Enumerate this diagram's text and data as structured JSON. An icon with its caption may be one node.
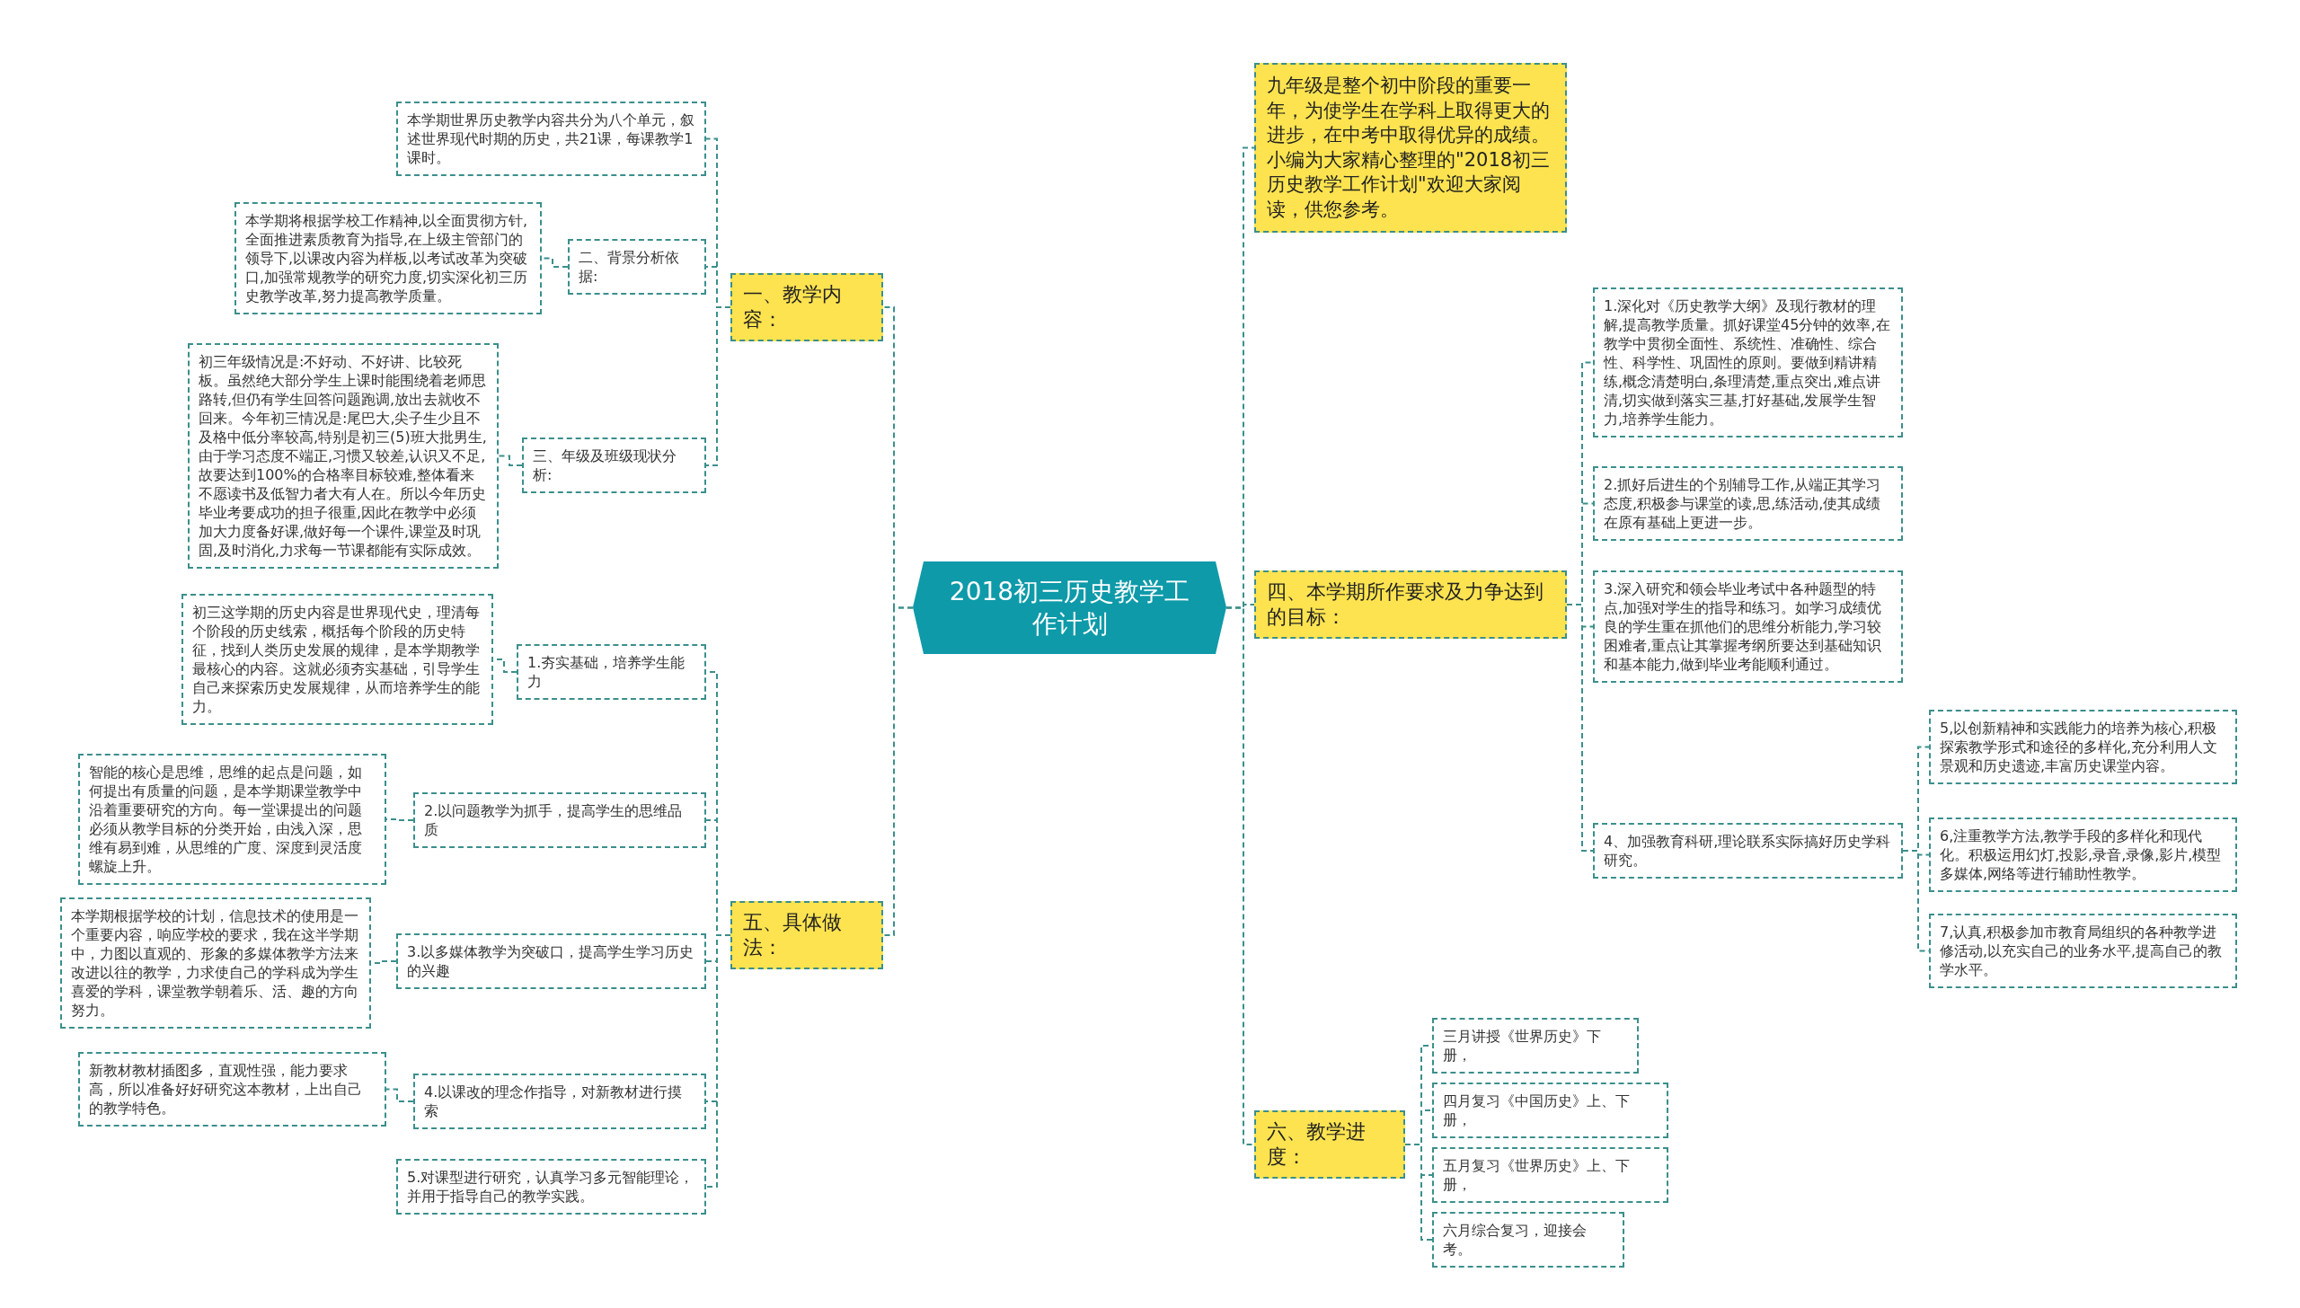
{
  "diagram": {
    "nodes": [
      {
        "text": [
          "2018初三历史教学工作计划"
        ]
      },
      {
        "text": [
          "一、教学内容："
        ]
      },
      {
        "text": [
          "本学期世界历史教学内容共分为八个单元，叙述世界现代时期的历史，共21课，每课教学1课时。"
        ]
      },
      {
        "text": [
          "二、背景分析依据:"
        ]
      },
      {
        "text": [
          "本学期将根据学校工作精神,以全面贯彻方针,全面推进素质教育为指导,在上级主管部门的领导下,以课改内容为样板,以考试改革为突破口,加强常规教学的研究力度,切实深化初三历史教学改革,努力提高教学质量。"
        ]
      },
      {
        "text": [
          "三、年级及班级现状分析:"
        ]
      },
      {
        "text": [
          "初三年级情况是:不好动、不好讲、比较死板。虽然绝大部分学生上课时能围绕着老师思路转,但仍有学生回答问题跑调,放出去就收不回来。今年初三情况是:尾巴大,尖子生少且不及格中低分率较高,特别是初三(5)班大批男生,由于学习态度不端正,习惯又较差,认识又不足,故要达到100%的合格率目标较难,整体看来不愿读书及低智力者大有人在。所以今年历史毕业考要成功的担子很重,因此在教学中必须加大力度备好课,做好每一个课件,课堂及时巩固,及时消化,力求每一节课都能有实际成效。"
        ]
      },
      {
        "text": [
          "五、具体做法："
        ]
      },
      {
        "text": [
          "1.夯实基础，培养学生能力"
        ]
      },
      {
        "text": [
          "初三这学期的历史内容是世界现代史，理清每个阶段的历史线索，概括每个阶段的历史特征，找到人类历史发展的规律，是本学期教学最核心的内容。这就必须夯实基础，引导学生自己来探索历史发展规律，从而培养学生的能力。"
        ]
      },
      {
        "text": [
          "2.以问题教学为抓手，提高学生的思维品质"
        ]
      },
      {
        "text": [
          "智能的核心是思维，思维的起点是问题，如何提出有质量的问题，是本学期课堂教学中沿着重要研究的方向。每一堂课提出的问题必须从教学目标的分类开始，由浅入深，思维有易到难，从思维的广度、深度到灵活度螺旋上升。"
        ]
      },
      {
        "text": [
          "3.以多媒体教学为突破口，提高学生学习历史的兴趣"
        ]
      },
      {
        "text": [
          "本学期根据学校的计划，信息技术的使用是一个重要内容，响应学校的要求，我在这半学期中，力图以直观的、形象的多媒体教学方法来改进以往的教学，力求使自己的学科成为学生喜爱的学科，课堂教学朝着乐、活、趣的方向努力。"
        ]
      },
      {
        "text": [
          "4.以课改的理念作指导，对新教材进行摸索"
        ]
      },
      {
        "text": [
          "新教材教材插图多，直观性强，能力要求高，所以准备好好研究这本教材，上出自己的教学特色。"
        ]
      },
      {
        "text": [
          "5.对课型进行研究，认真学习多元智能理论，并用于指导自己的教学实践。"
        ]
      },
      {
        "text": [
          "九年级是整个初中阶段的重要一年，为使学生在学科上取得更大的进步，在中考中取得优异的成绩。小编为大家精心整理的\"2018初三历史教学工作计划\"欢迎大家阅读，供您参考。"
        ]
      },
      {
        "text": [
          "四、本学期所作要求及力争达到的目标："
        ]
      },
      {
        "text": [
          "1.深化对《历史教学大纲》及现行教材的理解,提高教学质量。抓好课堂45分钟的效率,在教学中贯彻全面性、系统性、准确性、综合性、科学性、巩固性的原则。要做到精讲精练,概念清楚明白,条理清楚,重点突出,难点讲清,切实做到落实三基,打好基础,发展学生智力,培养学生能力。"
        ]
      },
      {
        "text": [
          "2.抓好后进生的个别辅导工作,从端正其学习态度,积极参与课堂的读,思,练活动,使其成绩在原有基础上更进一步。"
        ]
      },
      {
        "text": [
          "3.深入研究和领会毕业考试中各种题型的特点,加强对学生的指导和练习。如学习成绩优良的学生重在抓他们的思维分析能力,学习较困难者,重点让其掌握考纲所要达到基础知识和基本能力,做到毕业考能顺利通过。"
        ]
      },
      {
        "text": [
          "4、加强教育科研,理论联系实际搞好历史学科研究。"
        ]
      },
      {
        "text": [
          "5,以创新精神和实践能力的培养为核心,积极探索教学形式和途径的多样化,充分利用人文景观和历史遗迹,丰富历史课堂内容。"
        ]
      },
      {
        "text": [
          "6,注重教学方法,教学手段的多样化和现代化。积极运用幻灯,投影,录音,录像,影片,模型多媒体,网络等进行辅助性教学。"
        ]
      },
      {
        "text": [
          "7,认真,积极参加市教育局组织的各种教学进修活动,以充实自己的业务水平,提高自己的教学水平。"
        ]
      },
      {
        "text": [
          "六、教学进度："
        ]
      },
      {
        "text": [
          "三月讲授《世界历史》下册，"
        ]
      },
      {
        "text": [
          "四月复习《中国历史》上、下册，"
        ]
      },
      {
        "text": [
          "五月复习《世界历史》上、下册，"
        ]
      },
      {
        "text": [
          "六月综合复习，迎接会考。"
        ]
      }
    ],
    "edges": [
      {
        "from": 0,
        "to": 1,
        "arrow": "none"
      },
      {
        "from": 1,
        "to": 2,
        "arrow": "none"
      },
      {
        "from": 1,
        "to": 3,
        "arrow": "none"
      },
      {
        "from": 3,
        "to": 4,
        "arrow": "none"
      },
      {
        "from": 1,
        "to": 5,
        "arrow": "none"
      },
      {
        "from": 5,
        "to": 6,
        "arrow": "none"
      },
      {
        "from": 0,
        "to": 7,
        "arrow": "none"
      },
      {
        "from": 7,
        "to": 8,
        "arrow": "none"
      },
      {
        "from": 8,
        "to": 9,
        "arrow": "none"
      },
      {
        "from": 7,
        "to": 10,
        "arrow": "none"
      },
      {
        "from": 10,
        "to": 11,
        "arrow": "none"
      },
      {
        "from": 7,
        "to": 12,
        "arrow": "none"
      },
      {
        "from": 12,
        "to": 13,
        "arrow": "none"
      },
      {
        "from": 7,
        "to": 14,
        "arrow": "none"
      },
      {
        "from": 14,
        "to": 15,
        "arrow": "none"
      },
      {
        "from": 7,
        "to": 16,
        "arrow": "none"
      },
      {
        "from": 0,
        "to": 17,
        "arrow": "none"
      },
      {
        "from": 0,
        "to": 18,
        "arrow": "none"
      },
      {
        "from": 18,
        "to": 19,
        "arrow": "none"
      },
      {
        "from": 18,
        "to": 20,
        "arrow": "none"
      },
      {
        "from": 18,
        "to": 21,
        "arrow": "none"
      },
      {
        "from": 18,
        "to": 22,
        "arrow": "none"
      },
      {
        "from": 22,
        "to": 23,
        "arrow": "none"
      },
      {
        "from": 22,
        "to": 24,
        "arrow": "none"
      },
      {
        "from": 22,
        "to": 25,
        "arrow": "none"
      },
      {
        "from": 0,
        "to": 26,
        "arrow": "none"
      },
      {
        "from": 26,
        "to": 27,
        "arrow": "none"
      },
      {
        "from": 26,
        "to": 28,
        "arrow": "none"
      },
      {
        "from": 26,
        "to": 29,
        "arrow": "none"
      },
      {
        "from": 26,
        "to": 30,
        "arrow": "none"
      }
    ]
  }
}
